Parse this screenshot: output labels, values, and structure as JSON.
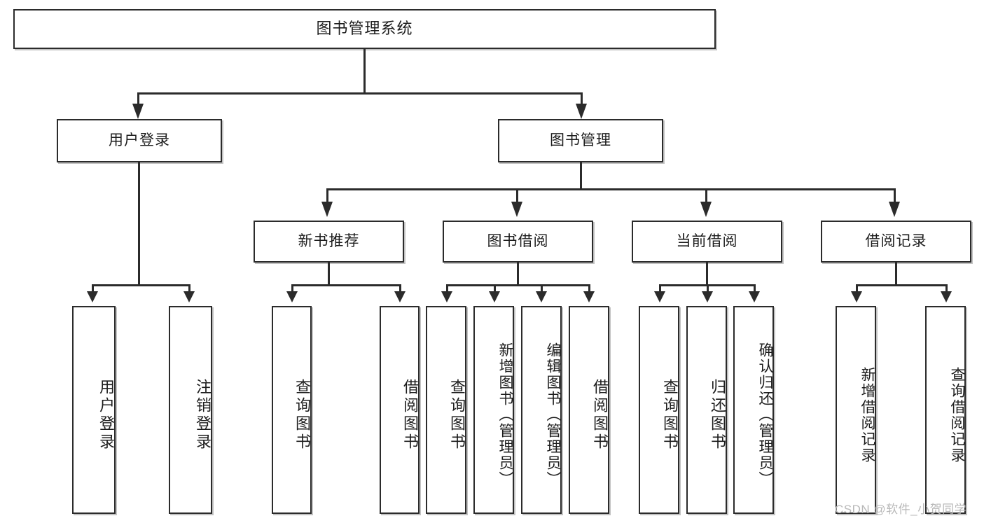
{
  "diagram": {
    "title": "图书管理系统",
    "type": "功能结构图",
    "watermark": "CSDN @软件_小贺同学",
    "colors": {
      "stroke": "#2b2b2b",
      "fill": "#ffffff",
      "text": "#1c1c1c",
      "watermark": "#b9b9b9",
      "background": "#ffffff"
    }
  },
  "root": {
    "label": "图书管理系统"
  },
  "level1": [
    {
      "label": "用户登录"
    },
    {
      "label": "图书管理"
    }
  ],
  "level2": [
    {
      "label": "新书推荐"
    },
    {
      "label": "图书借阅"
    },
    {
      "label": "当前借阅"
    },
    {
      "label": "借阅记录"
    }
  ],
  "leaves": {
    "user_login": [
      {
        "label": "用户登录"
      },
      {
        "label": "注销登录"
      }
    ],
    "new_book": [
      {
        "label": "查询图书"
      },
      {
        "label": "借阅图书"
      }
    ],
    "book_borrow": [
      {
        "label": "查询图书"
      },
      {
        "label": "新增图书（管理员）"
      },
      {
        "label": "编辑图书（管理员）"
      },
      {
        "label": "借阅图书"
      }
    ],
    "current_borrow": [
      {
        "label": "查询图书"
      },
      {
        "label": "归还图书"
      },
      {
        "label": "确认归还（管理员）"
      }
    ],
    "borrow_record": [
      {
        "label": "新增借阅记录"
      },
      {
        "label": "查询借阅记录"
      }
    ]
  }
}
